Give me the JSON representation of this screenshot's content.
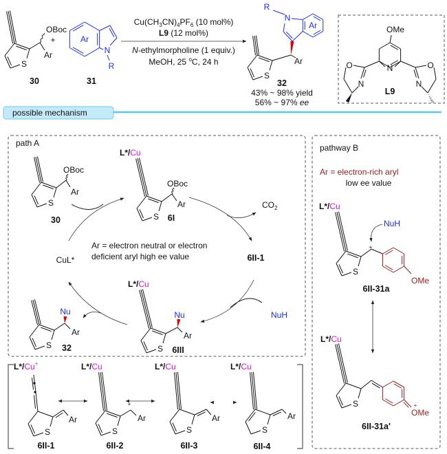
{
  "colors": {
    "copper": "#e010e0",
    "nucleophile": "#1a2cff",
    "electron_rich": "#9b1c1c",
    "wedge": "#e00000",
    "tab_fill": "#c4eafa",
    "tab_line": "#5cc4f0"
  },
  "atoms": {
    "obo": "OBoc",
    "ar": "Ar",
    "s": "S",
    "n": "N",
    "r": "R",
    "o": "O",
    "ome": "OMe",
    "nu": "Nu",
    "plus": "+",
    "l_star": "L*/",
    "cu": "Cu"
  },
  "scheme": {
    "reactant1": "30",
    "reactant2": "31",
    "product": "32",
    "plus": "+",
    "conditions": {
      "catalyst_parts": [
        "Cu(CH",
        "3",
        "CN)",
        "4",
        "PF",
        "6",
        " (10 mol%)"
      ],
      "ligand": "L9",
      "ligand_amount": " (12 mol%)",
      "base_italic": "N",
      "base_rest": "-ethylmorpholine (1 equiv.)",
      "solvent_a": "MeOH, 25 ",
      "degree": "o",
      "solvent_b": "C, 24 h"
    },
    "yield": "43% ~ 98% yield",
    "ee_value": "56% ~ 97% ",
    "ee_label": "ee"
  },
  "ligand": {
    "label": "L9"
  },
  "section_tab": "possible mechanism",
  "path_a": {
    "title": "path A",
    "compounds": {
      "c30": "30",
      "c6I": "6I",
      "c6II1": "6II-1",
      "c6III": "6III",
      "c32": "32"
    },
    "co2": "CO",
    "co2_sub": "2",
    "catalyst": "CuL*",
    "nuh": "NuH",
    "note_line1": "Ar = electron neutral or electron",
    "note_line2": "deficient aryl high ee value"
  },
  "pathway_b": {
    "title": "pathway B",
    "note_line1": "Ar = electron-rich aryl",
    "note_line2": "low ee value",
    "nuh": "NuH",
    "c1": "6II-31a",
    "c2": "6II-31a'"
  },
  "resonance": {
    "labels": [
      "6II-1",
      "6II-2",
      "6II-3",
      "6II-4"
    ]
  }
}
